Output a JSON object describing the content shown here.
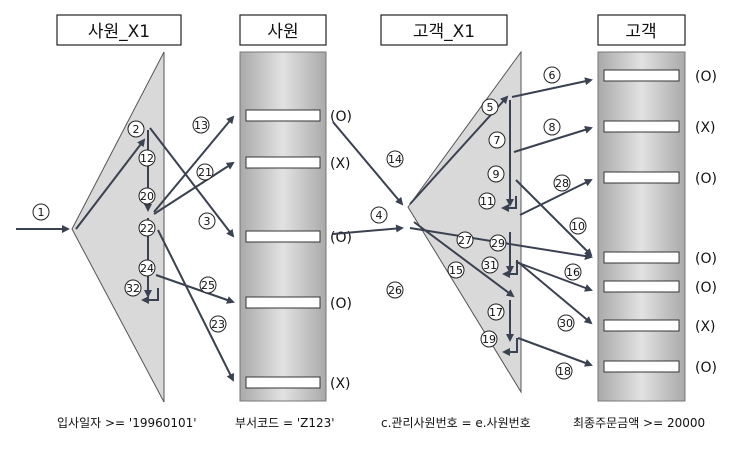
{
  "titles": {
    "emp_index": "사원_X1",
    "emp_table": "사원",
    "cust_index": "고객_X1",
    "cust_table": "고객"
  },
  "emp_status": [
    "(O)",
    "(X)",
    "(O)",
    "(O)",
    "(X)"
  ],
  "cust_status": [
    "(O)",
    "(X)",
    "(O)",
    "(O)",
    "(O)",
    "(X)",
    "(O)"
  ],
  "conditions": {
    "c1": "입사일자 >= '19960101'",
    "c2": "부서코드 = 'Z123'",
    "c3": "c.관리사원번호 = e.사원번호",
    "c4": "최종주문금액 >= 20000"
  },
  "steps": [
    "1",
    "2",
    "3",
    "4",
    "5",
    "6",
    "7",
    "8",
    "9",
    "10",
    "11",
    "12",
    "13",
    "14",
    "15",
    "16",
    "17",
    "18",
    "19",
    "20",
    "21",
    "22",
    "23",
    "24",
    "25",
    "26",
    "27",
    "28",
    "29",
    "30",
    "31",
    "32"
  ],
  "colors": {
    "triangle": "#d9d9d9",
    "table_top": "#a9a9a9",
    "table_mid": "#dcdcdc",
    "arrow": "#3a4150"
  }
}
